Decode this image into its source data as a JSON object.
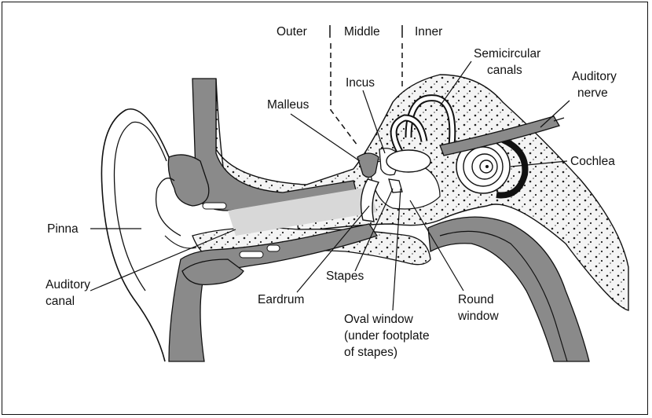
{
  "diagram": {
    "regions": {
      "outer": "Outer",
      "middle": "Middle",
      "inner": "Inner"
    },
    "labels": {
      "semicircular_canals": [
        "Semicircular",
        "canals"
      ],
      "incus": "Incus",
      "malleus": "Malleus",
      "auditory_nerve": [
        "Auditory",
        "nerve"
      ],
      "cochlea": "Cochlea",
      "pinna": "Pinna",
      "auditory_canal": [
        "Auditory",
        "canal"
      ],
      "stapes": "Stapes",
      "eardrum": "Eardrum",
      "round_window": [
        "Round",
        "window"
      ],
      "oval_window": [
        "Oval window",
        "(under footplate",
        "of stapes)"
      ]
    },
    "colors": {
      "bone_gray": "#8a8a8a",
      "outline": "#111111",
      "background": "#ffffff"
    }
  }
}
